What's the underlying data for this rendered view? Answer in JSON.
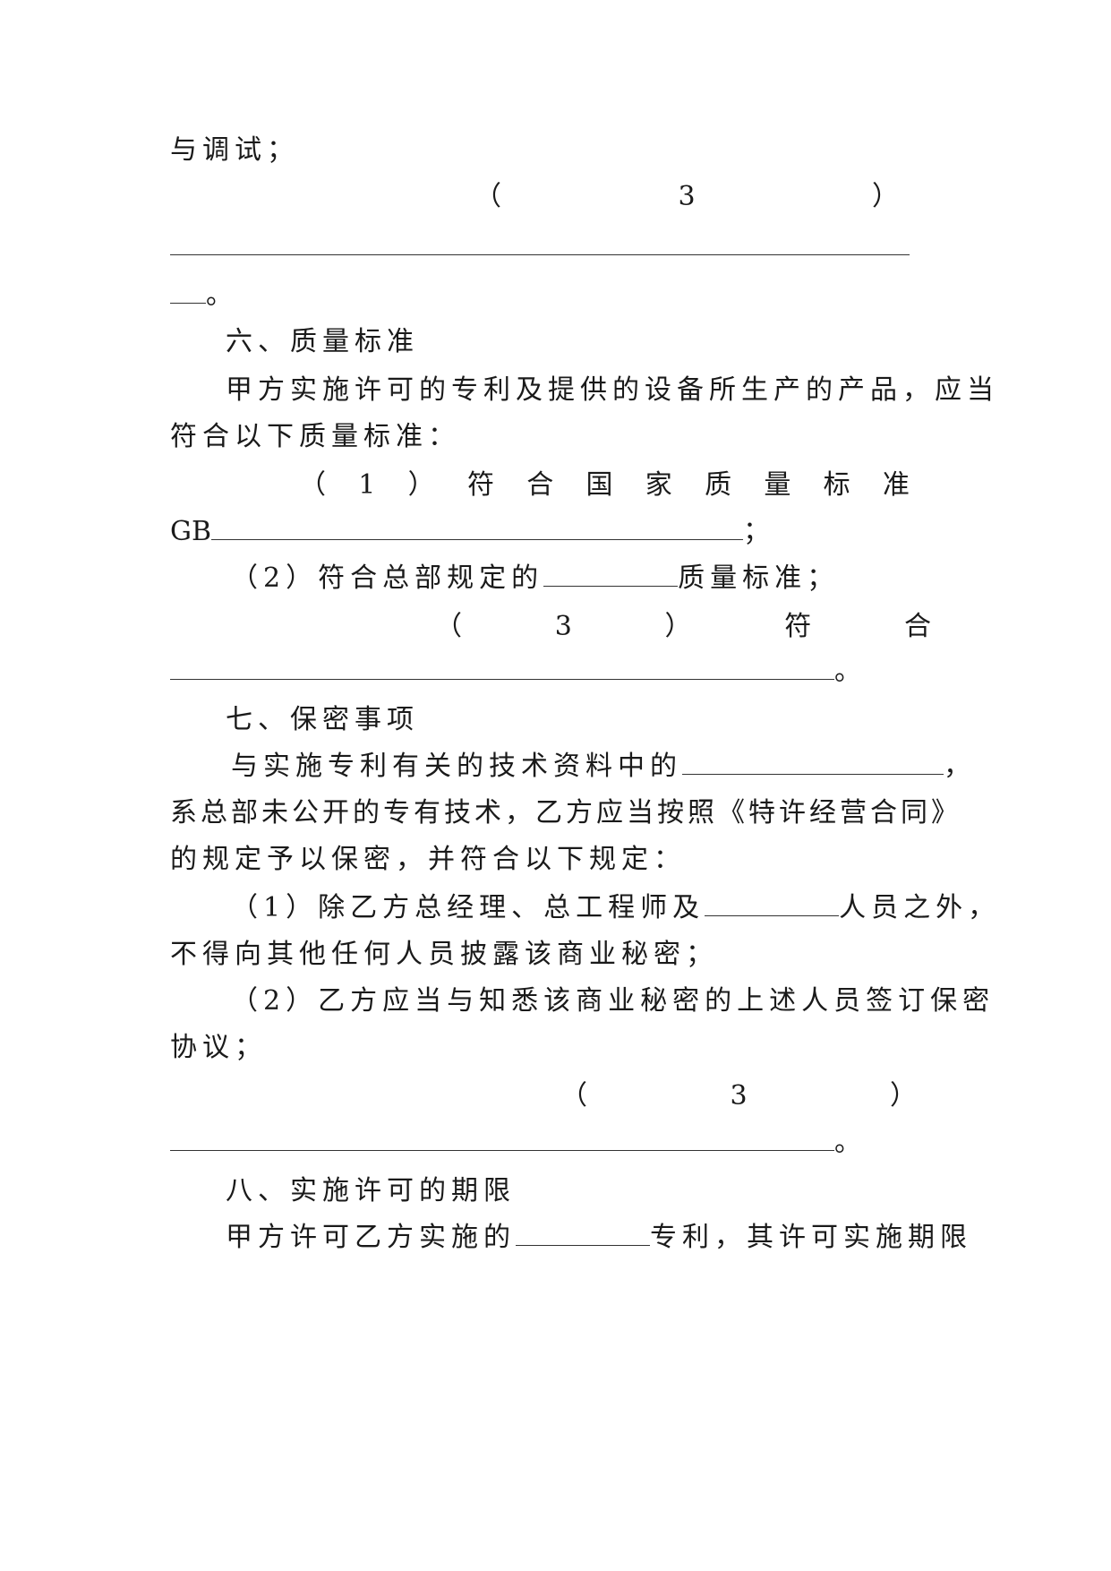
{
  "lines": {
    "l1": "与调试；",
    "l2": [
      "（",
      "3",
      "）"
    ],
    "l4_end": "。",
    "h6": "六、质量标准",
    "p6a": "甲方实施许可的专利及提供的设备所生产的产品，应当",
    "p6b": "符合以下质量标准：",
    "item1": [
      "（",
      "1",
      "）",
      "符",
      "合",
      "国",
      "家",
      "质",
      "量",
      "标",
      "准"
    ],
    "gb_prefix": "GB",
    "gb_end": "；",
    "item2_pre": "（2）符合总部规定的",
    "item2_post": "质量标准；",
    "item3": [
      "（",
      "3",
      "）",
      "符",
      "合"
    ],
    "item3_end": "。",
    "h7": "七、保密事项",
    "p7a_pre": "与实施专利有关的技术资料中的",
    "p7a_end": "，",
    "p7b": "系总部未公开的专有技术，乙方应当按照《特许经营合同》",
    "p7c": "的规定予以保密，并符合以下规定：",
    "s1_pre": "（1）除乙方总经理、总工程师及",
    "s1_post": "人员之外，",
    "s1b": "不得向其他任何人员披露该商业秘密；",
    "s2": "（2）乙方应当与知悉该商业秘密的上述人员签订保密",
    "s2b": "协议；",
    "s3": [
      "（",
      "3",
      "）"
    ],
    "s3_end": "。",
    "h8": "八、实施许可的期限",
    "p8_pre": "甲方许可乙方实施的",
    "p8_post": "专利，其许可实施期限"
  }
}
